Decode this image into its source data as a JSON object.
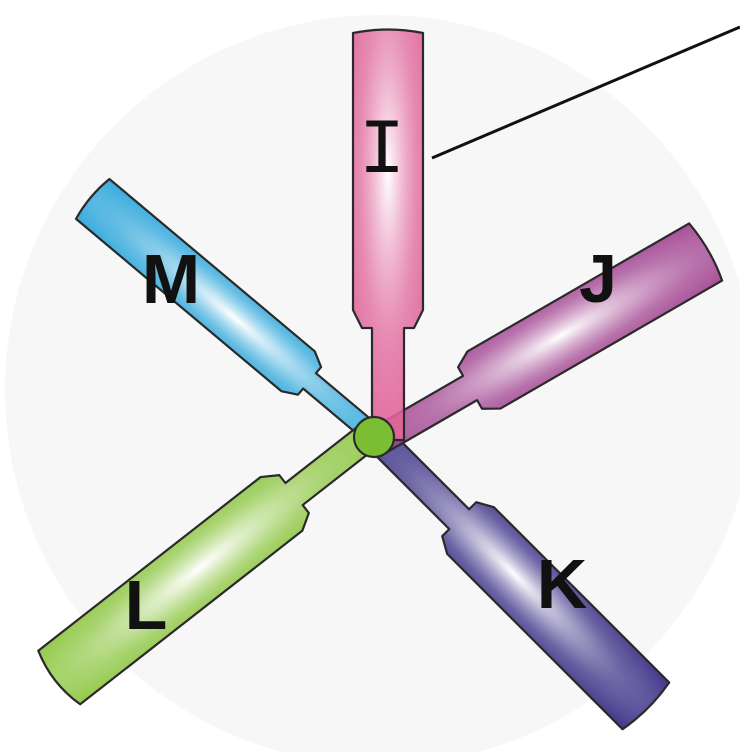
{
  "arms": [
    {
      "id": "I",
      "label": "I",
      "color": "#e0649a",
      "highlight": "#ffffff"
    },
    {
      "id": "J",
      "label": "J",
      "color": "#a24491",
      "highlight": "#ffffff"
    },
    {
      "id": "K",
      "label": "K",
      "color": "#3a2f86",
      "highlight": "#ffffff"
    },
    {
      "id": "L",
      "label": "L",
      "color": "#8cc63f",
      "highlight": "#ffffff"
    },
    {
      "id": "M",
      "label": "M",
      "color": "#2fa8dc",
      "highlight": "#ffffff"
    }
  ],
  "hub_color": "#7bbd33",
  "background": "#f7f7f7"
}
